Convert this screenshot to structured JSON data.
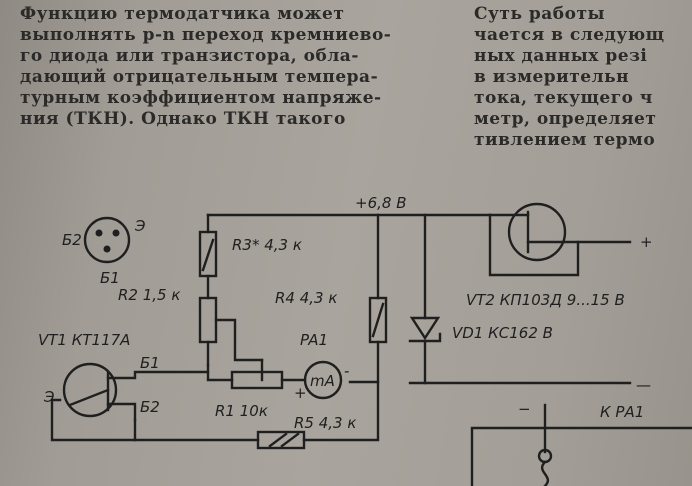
{
  "text_left": [
    "Функцию термодатчика может",
    "выполнять p-n переход кремниево-",
    "го диода или транзистора, обла-",
    "дающий отрицательным темпера-",
    "турным коэффициентом напряже-",
    "ния (ТКН). Однако ТКН такого"
  ],
  "text_right": [
    "Суть работы",
    "чается в следующ",
    "ных данных резі",
    "в измерительн",
    "тока, текущего ч",
    "метр, определяет",
    "тивлением термо"
  ],
  "schematic": {
    "supply": "+6,8 В",
    "pinout": {
      "b2": "Б2",
      "e": "Э",
      "b1": "Б1"
    },
    "r3": "R3* 4,3 к",
    "r2": "R2 1,5 к",
    "r4": "R4 4,3 к",
    "vt1": "VT1 КТ117А",
    "vt1_b1": "Б1",
    "vt1_b2": "Б2",
    "vt1_e": "Э",
    "pa1": "PA1",
    "meter": "mA",
    "plus": "+",
    "minus": "-",
    "r1": "R1 10к",
    "r5": "R5 4,3 к",
    "vt2": "VT2 КП103Д 9...15 В",
    "vd1": "VD1 КС162 В",
    "out_plus": "+",
    "out_minus": "—",
    "k_pa1": "К РА1",
    "k_minus": "−"
  }
}
